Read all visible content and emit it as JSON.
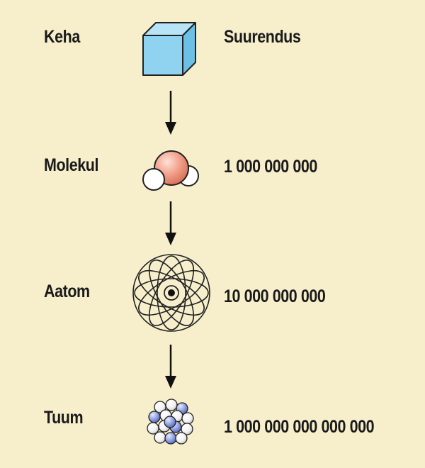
{
  "header": {
    "left_label": "Keha",
    "right_label": "Suurendus"
  },
  "levels": [
    {
      "name": "Molekul",
      "magnification": "1 000 000 000"
    },
    {
      "name": "Aatom",
      "magnification": "10 000 000 000"
    },
    {
      "name": "Tuum",
      "magnification": "1 000 000 000 000 000"
    }
  ],
  "icons": [
    "cube-icon",
    "molecule-icon",
    "atom-icon",
    "nucleus-icon"
  ],
  "colors": {
    "background": "#f7efcc",
    "cube": "#8fd3f0",
    "oxygen": "#f3a08a",
    "proton": "#8d9ee0"
  }
}
